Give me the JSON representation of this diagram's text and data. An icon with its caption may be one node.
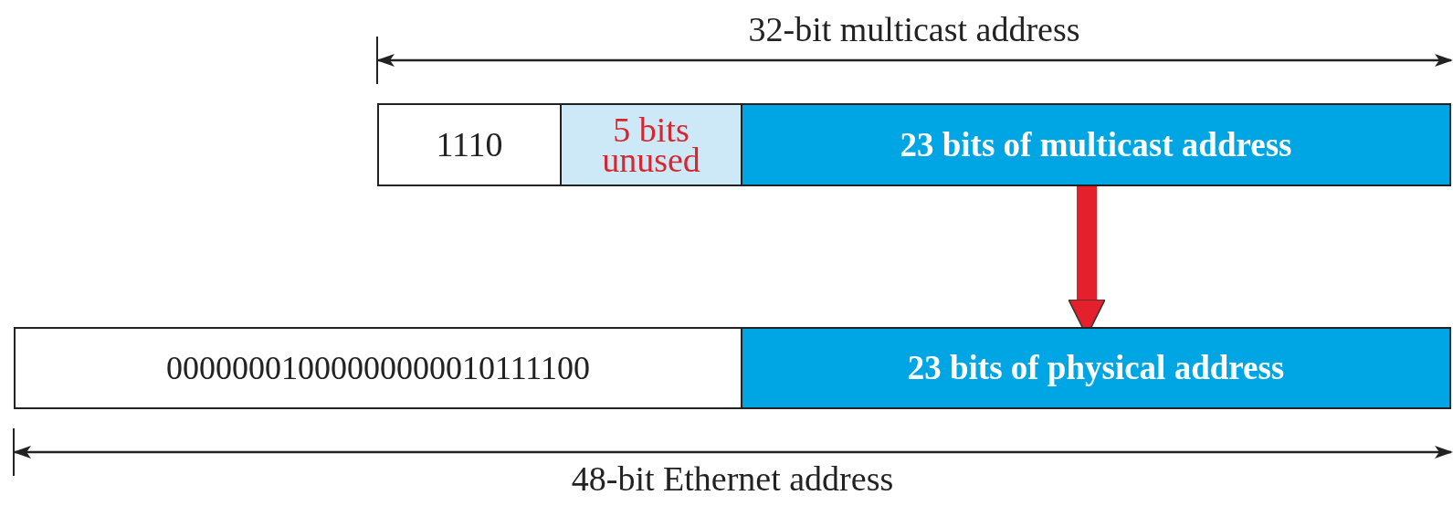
{
  "diagram": {
    "nodes": [
      {
        "text": [
          "1110"
        ]
      },
      {
        "text": [
          "5 bits unused"
        ]
      },
      {
        "text": [
          "23 bits of multicast address"
        ]
      },
      {
        "text": [
          "00000001000000000010111100"
        ]
      },
      {
        "text": [
          "23 bits of physical address"
        ]
      }
    ],
    "edges": [
      {
        "from": 2,
        "to": 4,
        "arrow": "to",
        "color": "#e3202b"
      }
    ],
    "labels": [
      "32-bit multicast address",
      "48-bit Ethernet address"
    ]
  }
}
